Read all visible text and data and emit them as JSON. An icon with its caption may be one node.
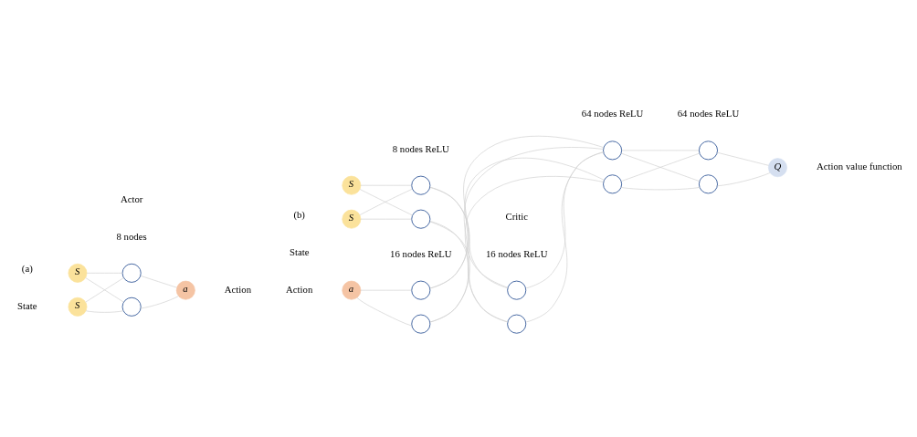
{
  "diagram": {
    "nodes": [
      {
        "text": [
          "S"
        ]
      },
      {
        "text": [
          "S"
        ]
      },
      {
        "text": [],
        "shape": "circle",
        "beside": [
          "8 nodes"
        ]
      },
      {
        "text": [],
        "shape": "circle"
      },
      {
        "text": [
          "a"
        ]
      },
      {
        "text": [
          "S"
        ]
      },
      {
        "text": [
          "S"
        ]
      },
      {
        "text": [],
        "shape": "circle",
        "beside": [
          "8 nodes ReLU"
        ]
      },
      {
        "text": [],
        "shape": "circle"
      },
      {
        "text": [],
        "shape": "circle",
        "beside": [
          "16 nodes ReLU"
        ]
      },
      {
        "text": [],
        "shape": "circle"
      },
      {
        "text": [],
        "shape": "circle",
        "beside": [
          "64 nodes ReLU"
        ]
      },
      {
        "text": [],
        "shape": "circle"
      },
      {
        "text": [],
        "shape": "circle",
        "beside": [
          "64 nodes ReLU"
        ]
      },
      {
        "text": [],
        "shape": "circle"
      },
      {
        "text": [
          "a"
        ]
      },
      {
        "text": [],
        "shape": "circle",
        "beside": [
          "16 nodes ReLU"
        ]
      },
      {
        "text": [],
        "shape": "circle"
      },
      {
        "text": [
          "Q"
        ]
      }
    ],
    "edges": [
      {
        "from": 0,
        "to": 2,
        "arrow": "none"
      },
      {
        "from": 0,
        "to": 3,
        "arrow": "none"
      },
      {
        "from": 1,
        "to": 2,
        "arrow": "none"
      },
      {
        "from": 1,
        "to": 3,
        "arrow": "none"
      },
      {
        "from": 2,
        "to": 4,
        "arrow": "none"
      },
      {
        "from": 3,
        "to": 4,
        "arrow": "none"
      },
      {
        "from": 5,
        "to": 7,
        "arrow": "none"
      },
      {
        "from": 5,
        "to": 8,
        "arrow": "none"
      },
      {
        "from": 6,
        "to": 7,
        "arrow": "none"
      },
      {
        "from": 6,
        "to": 8,
        "arrow": "none"
      },
      {
        "from": 7,
        "to": 9,
        "arrow": "none"
      },
      {
        "from": 7,
        "to": 10,
        "arrow": "none"
      },
      {
        "from": 8,
        "to": 9,
        "arrow": "none"
      },
      {
        "from": 8,
        "to": 10,
        "arrow": "none"
      },
      {
        "from": 9,
        "to": 11,
        "arrow": "none"
      },
      {
        "from": 10,
        "to": 11,
        "arrow": "none"
      },
      {
        "from": 15,
        "to": 16,
        "arrow": "none"
      },
      {
        "from": 15,
        "to": 17,
        "arrow": "none"
      },
      {
        "from": 16,
        "to": 11,
        "arrow": "none"
      },
      {
        "from": 16,
        "to": 12,
        "arrow": "none"
      },
      {
        "from": 17,
        "to": 11,
        "arrow": "none"
      },
      {
        "from": 17,
        "to": 12,
        "arrow": "none"
      },
      {
        "from": 11,
        "to": 13,
        "arrow": "none"
      },
      {
        "from": 11,
        "to": 14,
        "arrow": "none"
      },
      {
        "from": 12,
        "to": 13,
        "arrow": "none"
      },
      {
        "from": 12,
        "to": 14,
        "arrow": "none"
      },
      {
        "from": 13,
        "to": 18,
        "arrow": "none"
      },
      {
        "from": 14,
        "to": 18,
        "arrow": "none"
      }
    ],
    "labels": [
      "(a)",
      "Actor",
      "State",
      "Action",
      "(b)",
      "Critic",
      "State",
      "Action",
      "Action value function"
    ]
  }
}
